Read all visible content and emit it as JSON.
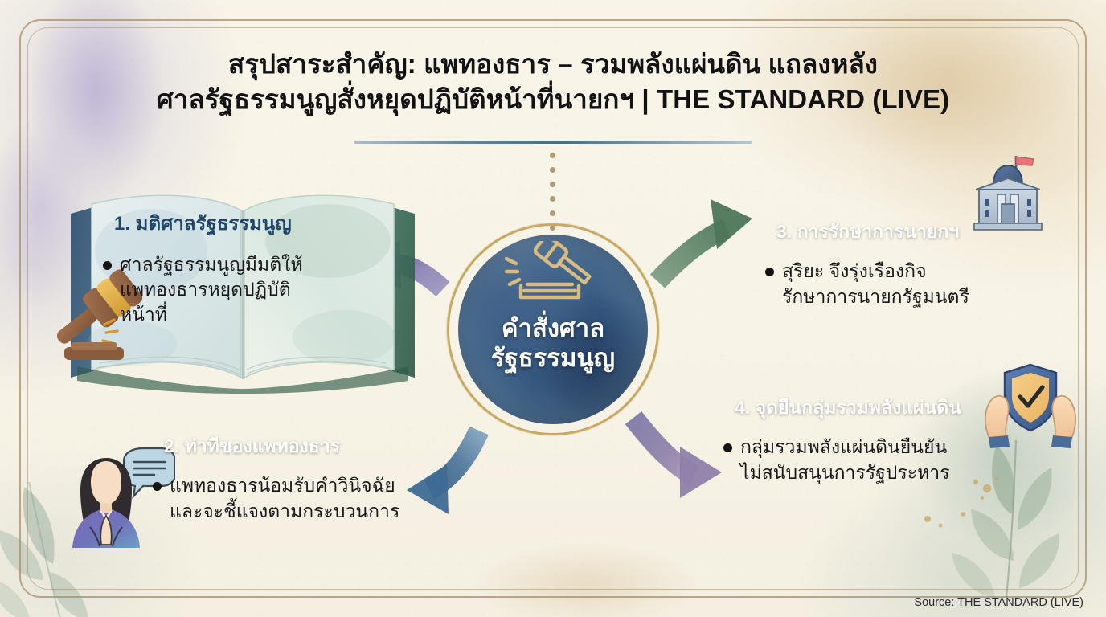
{
  "header": {
    "title_line1": "สรุปสาระสำคัญ: แพทองธาร – รวมพลังแผ่นดิน แถลงหลัง",
    "title_line2": "ศาลรัฐธรรมนูญสั่งหยุดปฏิบัติหน้าที่นายกฯ | THE STANDARD (LIVE)"
  },
  "center": {
    "label_line1": "คำสั่งศาล",
    "label_line2": "รัฐธรรมนูญ",
    "icon": "gavel-icon",
    "ring_color": "#c9a961",
    "fill_color": "#3f6388"
  },
  "nodes": [
    {
      "number": "1.",
      "heading": "1. มติศาลรัฐธรรมนูญ",
      "bullet_line1": "ศาลรัฐธรรมนูญมีมติให้",
      "bullet_line2": "แพทองธารหยุดปฏิบัติ",
      "bullet_line3": "หน้าที่",
      "accent": "#1d4668",
      "icon": "open-book-icon"
    },
    {
      "number": "2.",
      "heading": "2. ท่าทีของแพทองธาร",
      "bullet_line1": "แพทองธารน้อมรับคำวินิจฉัย",
      "bullet_line2": "และจะชี้แจงตามกระบวนการ",
      "bullet_line3": "",
      "accent": "#2a4e74",
      "icon": "person-speech-icon"
    },
    {
      "number": "3.",
      "heading": "3. การรักษาการนายกฯ",
      "bullet_line1": "สุริยะ จึงรุ่งเรืองกิจ",
      "bullet_line2": "รักษาการนายกรัฐมนตรี",
      "bullet_line3": "",
      "accent": "#2c583e",
      "icon": "government-building-icon"
    },
    {
      "number": "4.",
      "heading": "4. จุดยืนกลุ่มรวมพลังแผ่นดิน",
      "bullet_line1": "กลุ่มรวมพลังแผ่นดินยืนยัน",
      "bullet_line2": "ไม่สนับสนุนการรัฐประหาร",
      "bullet_line3": "",
      "accent": "#78608e",
      "icon": "shield-hands-icon"
    }
  ],
  "footer": {
    "source": "Source: THE STANDARD (LIVE)"
  },
  "palette": {
    "paper": "#f7f3e7",
    "gold_frame": "#a88e64",
    "rule_blue": "#3f6880",
    "dot_gold": "#b09b78",
    "arrow_purple": "#8d85b5",
    "arrow_green": "#6e8f72",
    "arrow_blue": "#46719b",
    "arrow_violet": "#8f7fa8"
  }
}
